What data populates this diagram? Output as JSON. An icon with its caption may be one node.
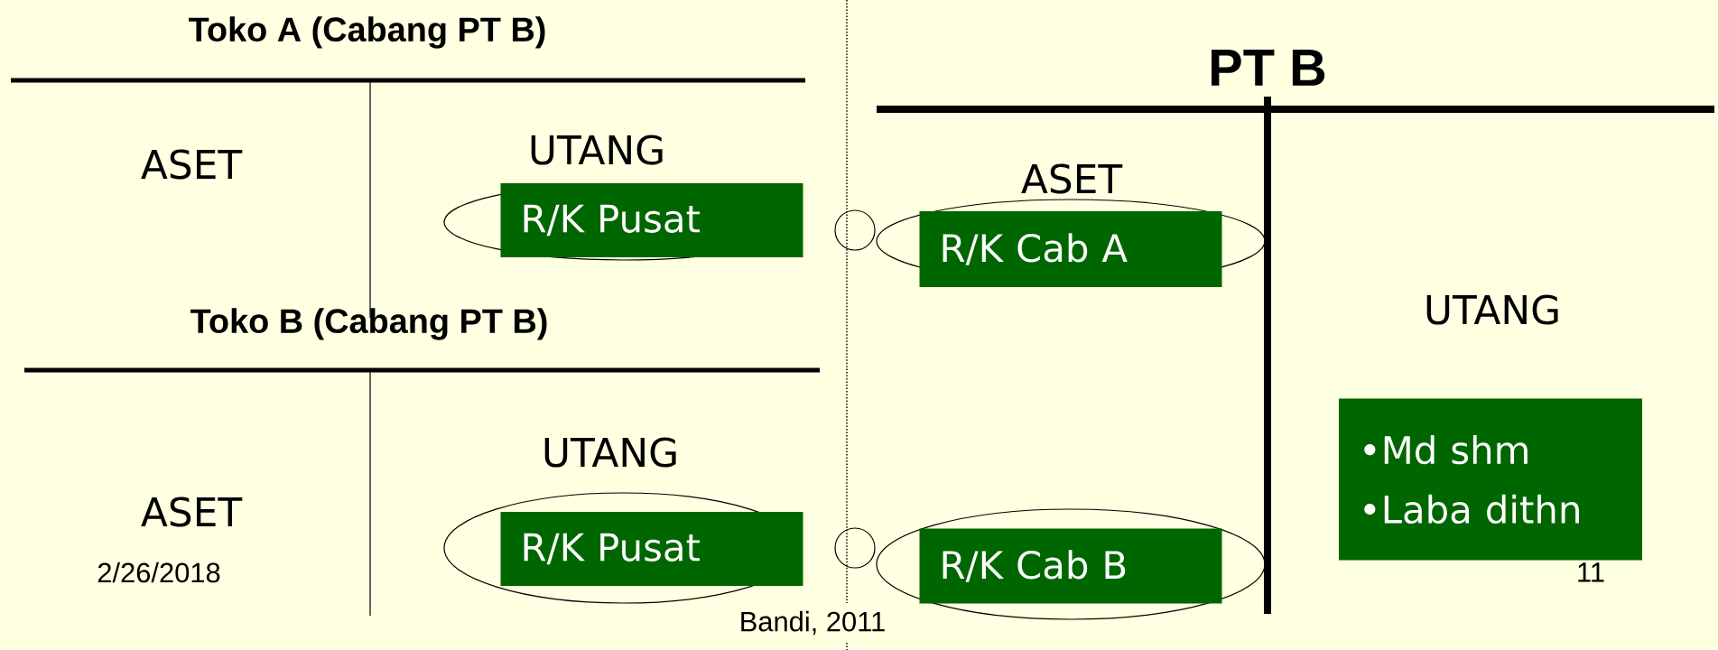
{
  "diagram": {
    "nodes": [
      {
        "text": [
          "R/K Pusat"
        ]
      },
      {
        "text": [
          "R/K Cab A"
        ]
      },
      {
        "text": [
          "•Md shm",
          "•Laba dithn"
        ]
      },
      {
        "text": [
          "R/K Pusat"
        ]
      },
      {
        "text": [
          "R/K Cab B"
        ]
      }
    ],
    "labels": [
      "Toko A (Cabang PT B)",
      "PT B",
      "ASET",
      "UTANG",
      "ASET",
      "UTANG",
      "Toko B (Cabang PT B)",
      "UTANG",
      "ASET",
      "2/26/2018",
      "Bandi, 2011",
      "11"
    ]
  }
}
